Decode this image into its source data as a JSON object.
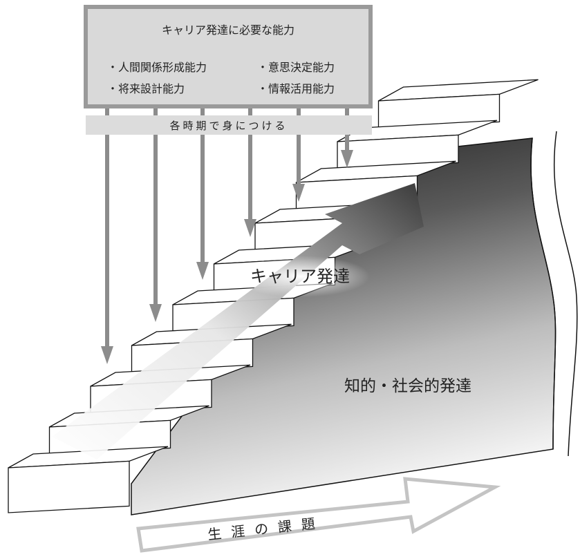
{
  "top_box": {
    "title": "キャリア発達に必要な能力",
    "abilities": [
      "・人間関係形成能力",
      "・意思決定能力",
      "・将来設計能力",
      "・情報活用能力"
    ]
  },
  "band_label": "各時期で身につける",
  "stair_arrow_label": "キャリア発達",
  "wall_label": "知的・社会的発達",
  "lifelong_label": "生涯の課題",
  "colors": {
    "box_fill": "#d9d9d9",
    "box_border": "#9a9a9a",
    "arrow_gray": "#8c8c8c",
    "band_fill": "#dcdcdc",
    "wall_dark": "#2a2a2a",
    "outline": "#111111"
  }
}
